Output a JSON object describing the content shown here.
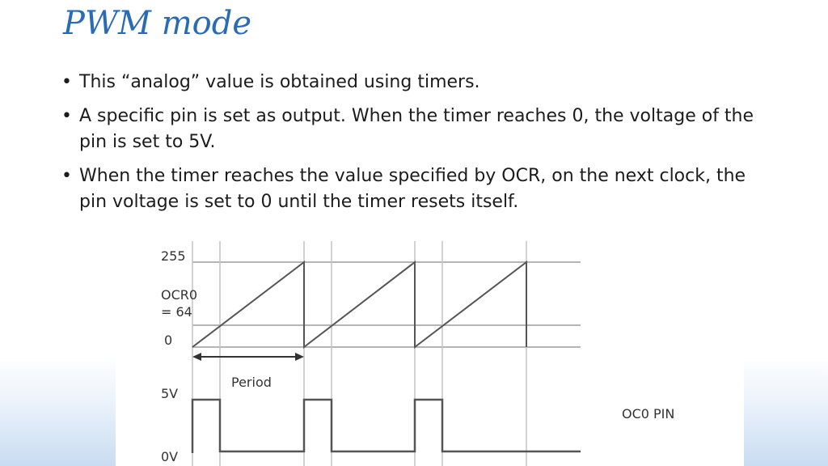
{
  "slide": {
    "title": "PWM mode",
    "bullets": [
      "This “analog” value is obtained using timers.",
      "A specific pin is set as output. When the timer reaches 0, the voltage of the pin is set to 5V.",
      "When the timer reaches the value specified by OCR, on the next clock, the pin voltage is set to 0 until the timer resets itself."
    ]
  },
  "diagram": {
    "labels": {
      "max": "255",
      "ocr": "OCR0",
      "ocr_value": "= 64",
      "zero": "0",
      "period": "Period",
      "high": "5V",
      "low": "0V",
      "pin": "OC0 PIN"
    },
    "timer": {
      "min": 0,
      "max": 255,
      "ocr": 64,
      "periods": 3
    },
    "colors": {
      "line": "#555555",
      "grid": "#b5b5b5",
      "text": "#333333"
    }
  }
}
